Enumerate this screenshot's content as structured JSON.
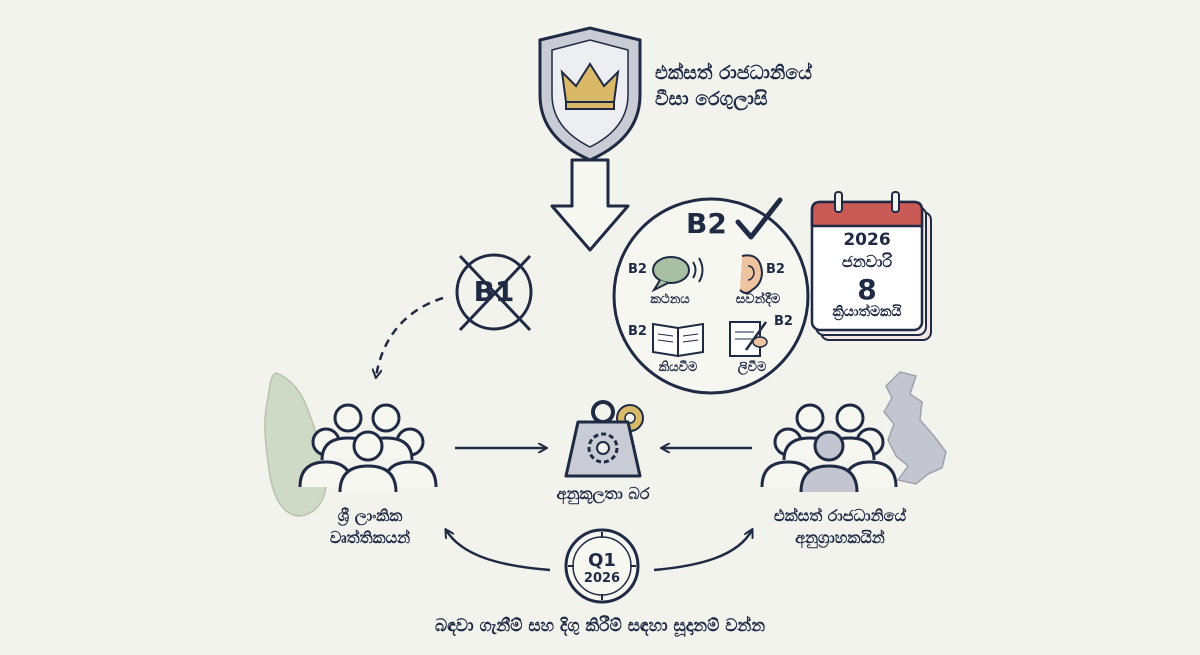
{
  "header": {
    "title_line1": "එක්සත් රාජධානියේ",
    "title_line2": "වීසා රෙගුලාසි"
  },
  "old_level": {
    "label": "B1"
  },
  "new_level": {
    "label": "B2",
    "skills": [
      {
        "level": "B2",
        "name": "කථනය"
      },
      {
        "level": "B2",
        "name": "සවන්දීම"
      },
      {
        "level": "B2",
        "name": "කියවීම"
      },
      {
        "level": "B2",
        "name": "ලිවීම"
      }
    ]
  },
  "calendar": {
    "year": "2026",
    "month": "ජනවාරි",
    "day": "8",
    "caption": "ක්‍රියාත්මකයි"
  },
  "weight": {
    "label": "අනුකූලතා බර"
  },
  "left_group": {
    "line1": "ශ්‍රී ලාංකික",
    "line2": "වෘත්තිකයන්"
  },
  "right_group": {
    "line1": "එක්සත් රාජධානියේ",
    "line2": "අනුග්‍රාහකයින්"
  },
  "clock": {
    "quarter": "Q1",
    "year": "2026"
  },
  "footer": {
    "text": "බඳවා ගැනීම් සහ දිගු කිරීම් සඳහා සූදානම් වන්න"
  },
  "colors": {
    "ink": "#1f2a44",
    "shield_gray": "#c9ccd4",
    "crown_gold": "#d9b867",
    "calendar_red": "#c95a55",
    "sri_lanka_green": "#cfdac6",
    "uk_gray": "#c3c6d0",
    "background": "#f3f3ee"
  }
}
